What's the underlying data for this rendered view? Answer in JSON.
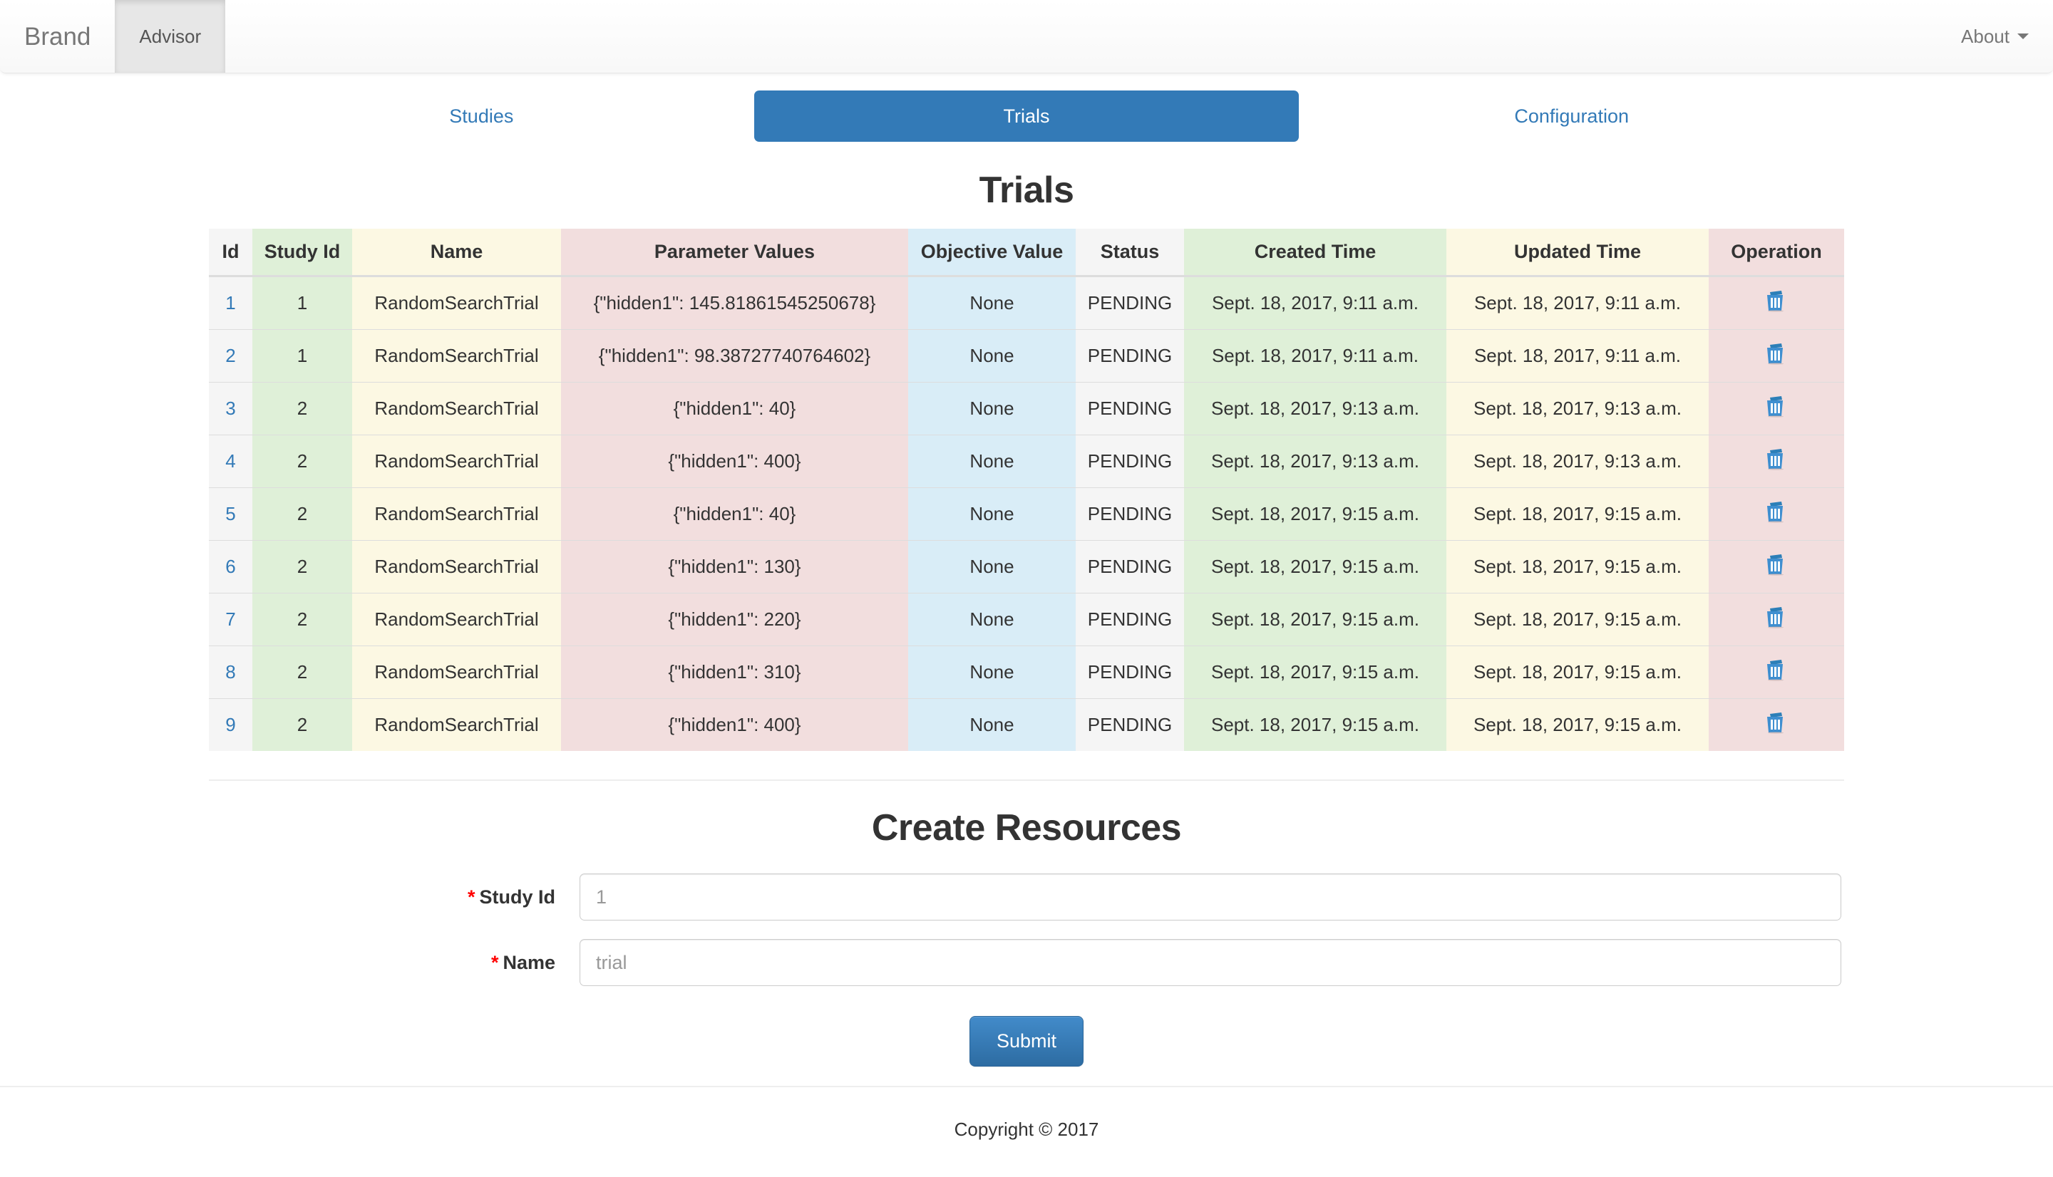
{
  "navbar": {
    "brand": "Brand",
    "items": [
      {
        "label": "Advisor",
        "active": true
      }
    ],
    "right": {
      "label": "About",
      "caret_icon": "caret-down-icon"
    }
  },
  "tabs": [
    {
      "label": "Studies",
      "active": false
    },
    {
      "label": "Trials",
      "active": true
    },
    {
      "label": "Configuration",
      "active": false
    }
  ],
  "page": {
    "title": "Trials"
  },
  "table": {
    "columns": [
      "Id",
      "Study Id",
      "Name",
      "Parameter Values",
      "Objective Value",
      "Status",
      "Created Time",
      "Updated Time",
      "Operation"
    ],
    "delete_icon": "trash-icon",
    "rows": [
      {
        "id": "1",
        "study_id": "1",
        "name": "RandomSearchTrial",
        "parameter_values": "{\"hidden1\": 145.81861545250678}",
        "objective_value": "None",
        "status": "PENDING",
        "created_time": "Sept. 18, 2017, 9:11 a.m.",
        "updated_time": "Sept. 18, 2017, 9:11 a.m."
      },
      {
        "id": "2",
        "study_id": "1",
        "name": "RandomSearchTrial",
        "parameter_values": "{\"hidden1\": 98.38727740764602}",
        "objective_value": "None",
        "status": "PENDING",
        "created_time": "Sept. 18, 2017, 9:11 a.m.",
        "updated_time": "Sept. 18, 2017, 9:11 a.m."
      },
      {
        "id": "3",
        "study_id": "2",
        "name": "RandomSearchTrial",
        "parameter_values": "{\"hidden1\": 40}",
        "objective_value": "None",
        "status": "PENDING",
        "created_time": "Sept. 18, 2017, 9:13 a.m.",
        "updated_time": "Sept. 18, 2017, 9:13 a.m."
      },
      {
        "id": "4",
        "study_id": "2",
        "name": "RandomSearchTrial",
        "parameter_values": "{\"hidden1\": 400}",
        "objective_value": "None",
        "status": "PENDING",
        "created_time": "Sept. 18, 2017, 9:13 a.m.",
        "updated_time": "Sept. 18, 2017, 9:13 a.m."
      },
      {
        "id": "5",
        "study_id": "2",
        "name": "RandomSearchTrial",
        "parameter_values": "{\"hidden1\": 40}",
        "objective_value": "None",
        "status": "PENDING",
        "created_time": "Sept. 18, 2017, 9:15 a.m.",
        "updated_time": "Sept. 18, 2017, 9:15 a.m."
      },
      {
        "id": "6",
        "study_id": "2",
        "name": "RandomSearchTrial",
        "parameter_values": "{\"hidden1\": 130}",
        "objective_value": "None",
        "status": "PENDING",
        "created_time": "Sept. 18, 2017, 9:15 a.m.",
        "updated_time": "Sept. 18, 2017, 9:15 a.m."
      },
      {
        "id": "7",
        "study_id": "2",
        "name": "RandomSearchTrial",
        "parameter_values": "{\"hidden1\": 220}",
        "objective_value": "None",
        "status": "PENDING",
        "created_time": "Sept. 18, 2017, 9:15 a.m.",
        "updated_time": "Sept. 18, 2017, 9:15 a.m."
      },
      {
        "id": "8",
        "study_id": "2",
        "name": "RandomSearchTrial",
        "parameter_values": "{\"hidden1\": 310}",
        "objective_value": "None",
        "status": "PENDING",
        "created_time": "Sept. 18, 2017, 9:15 a.m.",
        "updated_time": "Sept. 18, 2017, 9:15 a.m."
      },
      {
        "id": "9",
        "study_id": "2",
        "name": "RandomSearchTrial",
        "parameter_values": "{\"hidden1\": 400}",
        "objective_value": "None",
        "status": "PENDING",
        "created_time": "Sept. 18, 2017, 9:15 a.m.",
        "updated_time": "Sept. 18, 2017, 9:15 a.m."
      }
    ]
  },
  "create_form": {
    "title": "Create Resources",
    "required_marker": "*",
    "fields": [
      {
        "label": "Study Id",
        "placeholder": "1",
        "value": ""
      },
      {
        "label": "Name",
        "placeholder": "trial",
        "value": ""
      }
    ],
    "submit_label": "Submit"
  },
  "footer": {
    "copyright": "Copyright © 2017"
  },
  "colors": {
    "accent": "#337ab7",
    "submit_top": "#428bca",
    "submit_bottom": "#2d6ca2",
    "required": "#ff0000",
    "tint_green": "#dff0d8",
    "tint_yellow": "#fcf8e3",
    "tint_pink": "#f2dede",
    "tint_blue": "#d9edf7",
    "tint_gray": "#f5f5f5"
  }
}
